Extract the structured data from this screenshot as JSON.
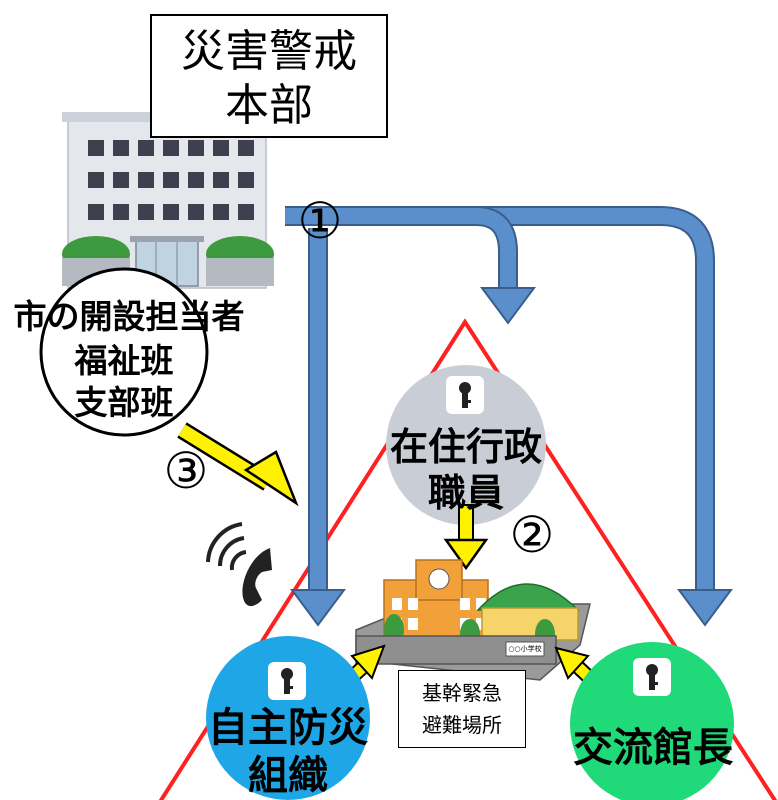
{
  "headquarters": {
    "line1": "災害警戒",
    "line2": "本部"
  },
  "city_staff": {
    "line1": "市の開設担当者",
    "line2": "福祉班",
    "line3": "支部班"
  },
  "resident_official": {
    "line1": "在住行政",
    "line2": "職員"
  },
  "disaster_org": {
    "line1": "自主防災",
    "line2": "組織"
  },
  "center_head": {
    "label": "交流館長"
  },
  "facility": {
    "line1": "基幹緊急",
    "line2": "避難場所",
    "sign": "○○小学校"
  },
  "steps": {
    "one": "①",
    "two": "②",
    "three": "③"
  },
  "colors": {
    "blue_arrow": "#5B8FCB",
    "yellow_arrow": "#FFF200",
    "triangle": "#FF2020",
    "resident_circle": "#C9CDD6",
    "disaster_circle": "#1EA6E6",
    "center_circle": "#20D978"
  },
  "icons": [
    "office-building-icon",
    "key-icon",
    "phone-icon",
    "school-icon"
  ]
}
